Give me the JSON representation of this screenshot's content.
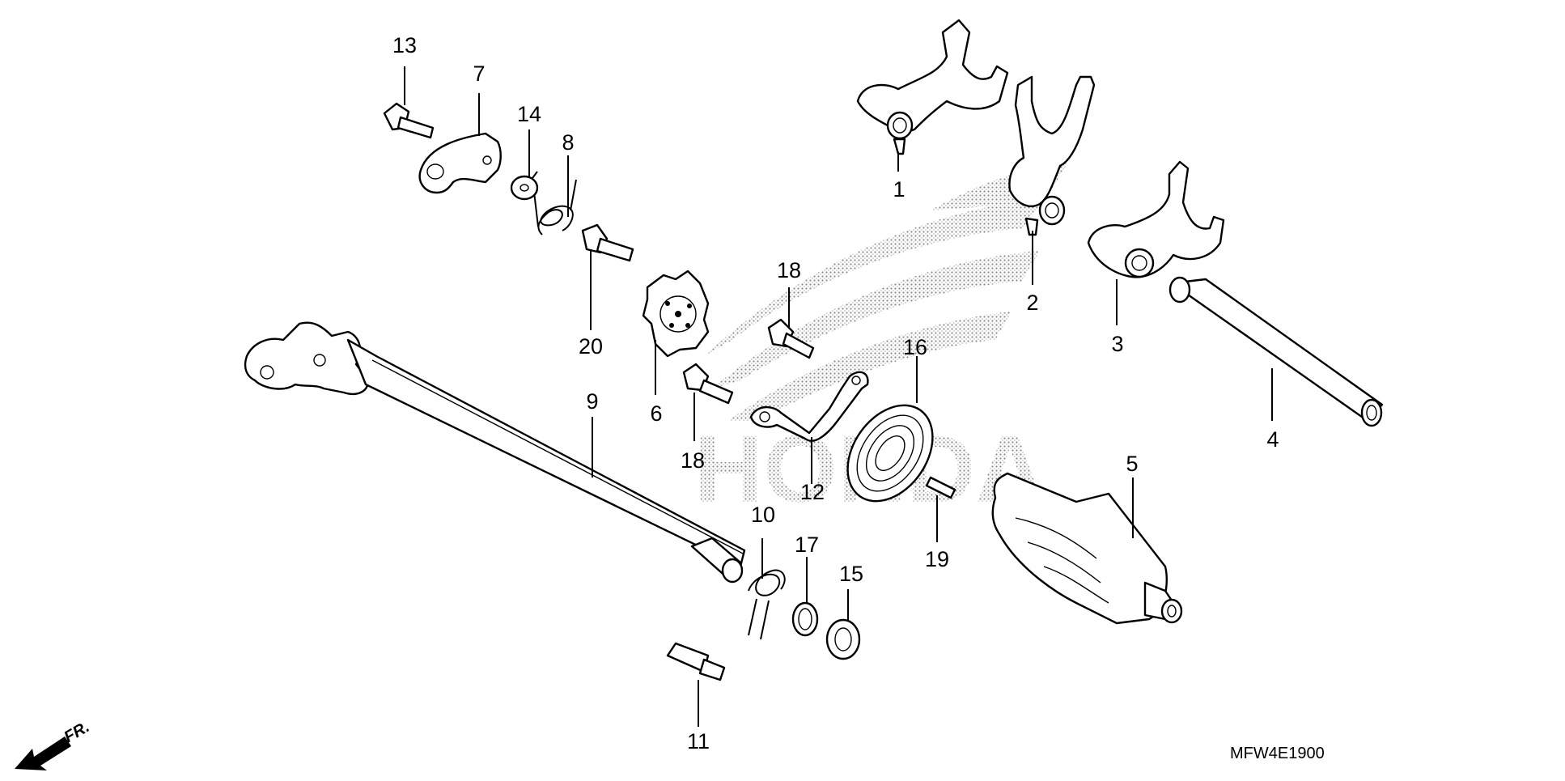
{
  "diagram": {
    "watermark": "HONDA",
    "direction_label": "FR.",
    "diagram_code": "MFW4E1900",
    "callouts": {
      "c1": "1",
      "c2": "2",
      "c3": "3",
      "c4": "4",
      "c5": "5",
      "c6": "6",
      "c7": "7",
      "c8": "8",
      "c9": "9",
      "c10": "10",
      "c11": "11",
      "c12": "12",
      "c13": "13",
      "c14": "14",
      "c15": "15",
      "c16": "16",
      "c17": "17",
      "c18a": "18",
      "c18b": "18",
      "c19": "19",
      "c20": "20"
    }
  },
  "colors": {
    "line": "#000000",
    "background": "#ffffff",
    "watermark": "#b8b8b8"
  }
}
